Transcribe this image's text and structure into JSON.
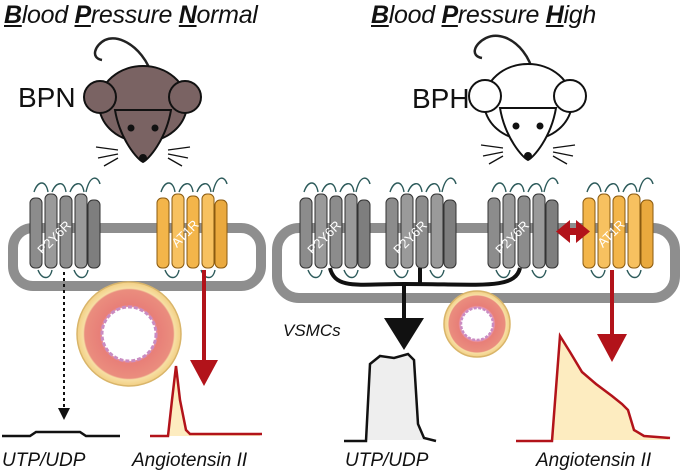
{
  "titles": {
    "left": {
      "w1_cap": "B",
      "w1_rest": "lood ",
      "w2_cap": "P",
      "w2_rest": "ressure ",
      "w3_cap": "N",
      "w3_rest": "ormal"
    },
    "right": {
      "w1_cap": "B",
      "w1_rest": "lood ",
      "w2_cap": "P",
      "w2_rest": "ressure ",
      "w3_cap": "H",
      "w3_rest": "igh"
    }
  },
  "mice": {
    "left": "BPN",
    "right": "BPH"
  },
  "receptors": {
    "p2y6r": "P2Y6R",
    "at1r": "AT1R"
  },
  "cell_label": "VSMCs",
  "traces": {
    "left_utp": "UTP/UDP",
    "left_ang": "Angiotensin II",
    "right_utp": "UTP/UDP",
    "right_ang": "Angiotensin II"
  },
  "colors": {
    "receptor_gray": "#8c8c8c",
    "receptor_gold": "#f3b54a",
    "membrane": "#8e8e8e",
    "arrow_red": "#b2131a",
    "mouse_brown": "#7a6363",
    "vessel_pink": "#e8887c",
    "vessel_ring": "#f5dca0",
    "trace_fill_yellow": "#fdecc0",
    "trace_fill_gray": "#eeeeee"
  }
}
